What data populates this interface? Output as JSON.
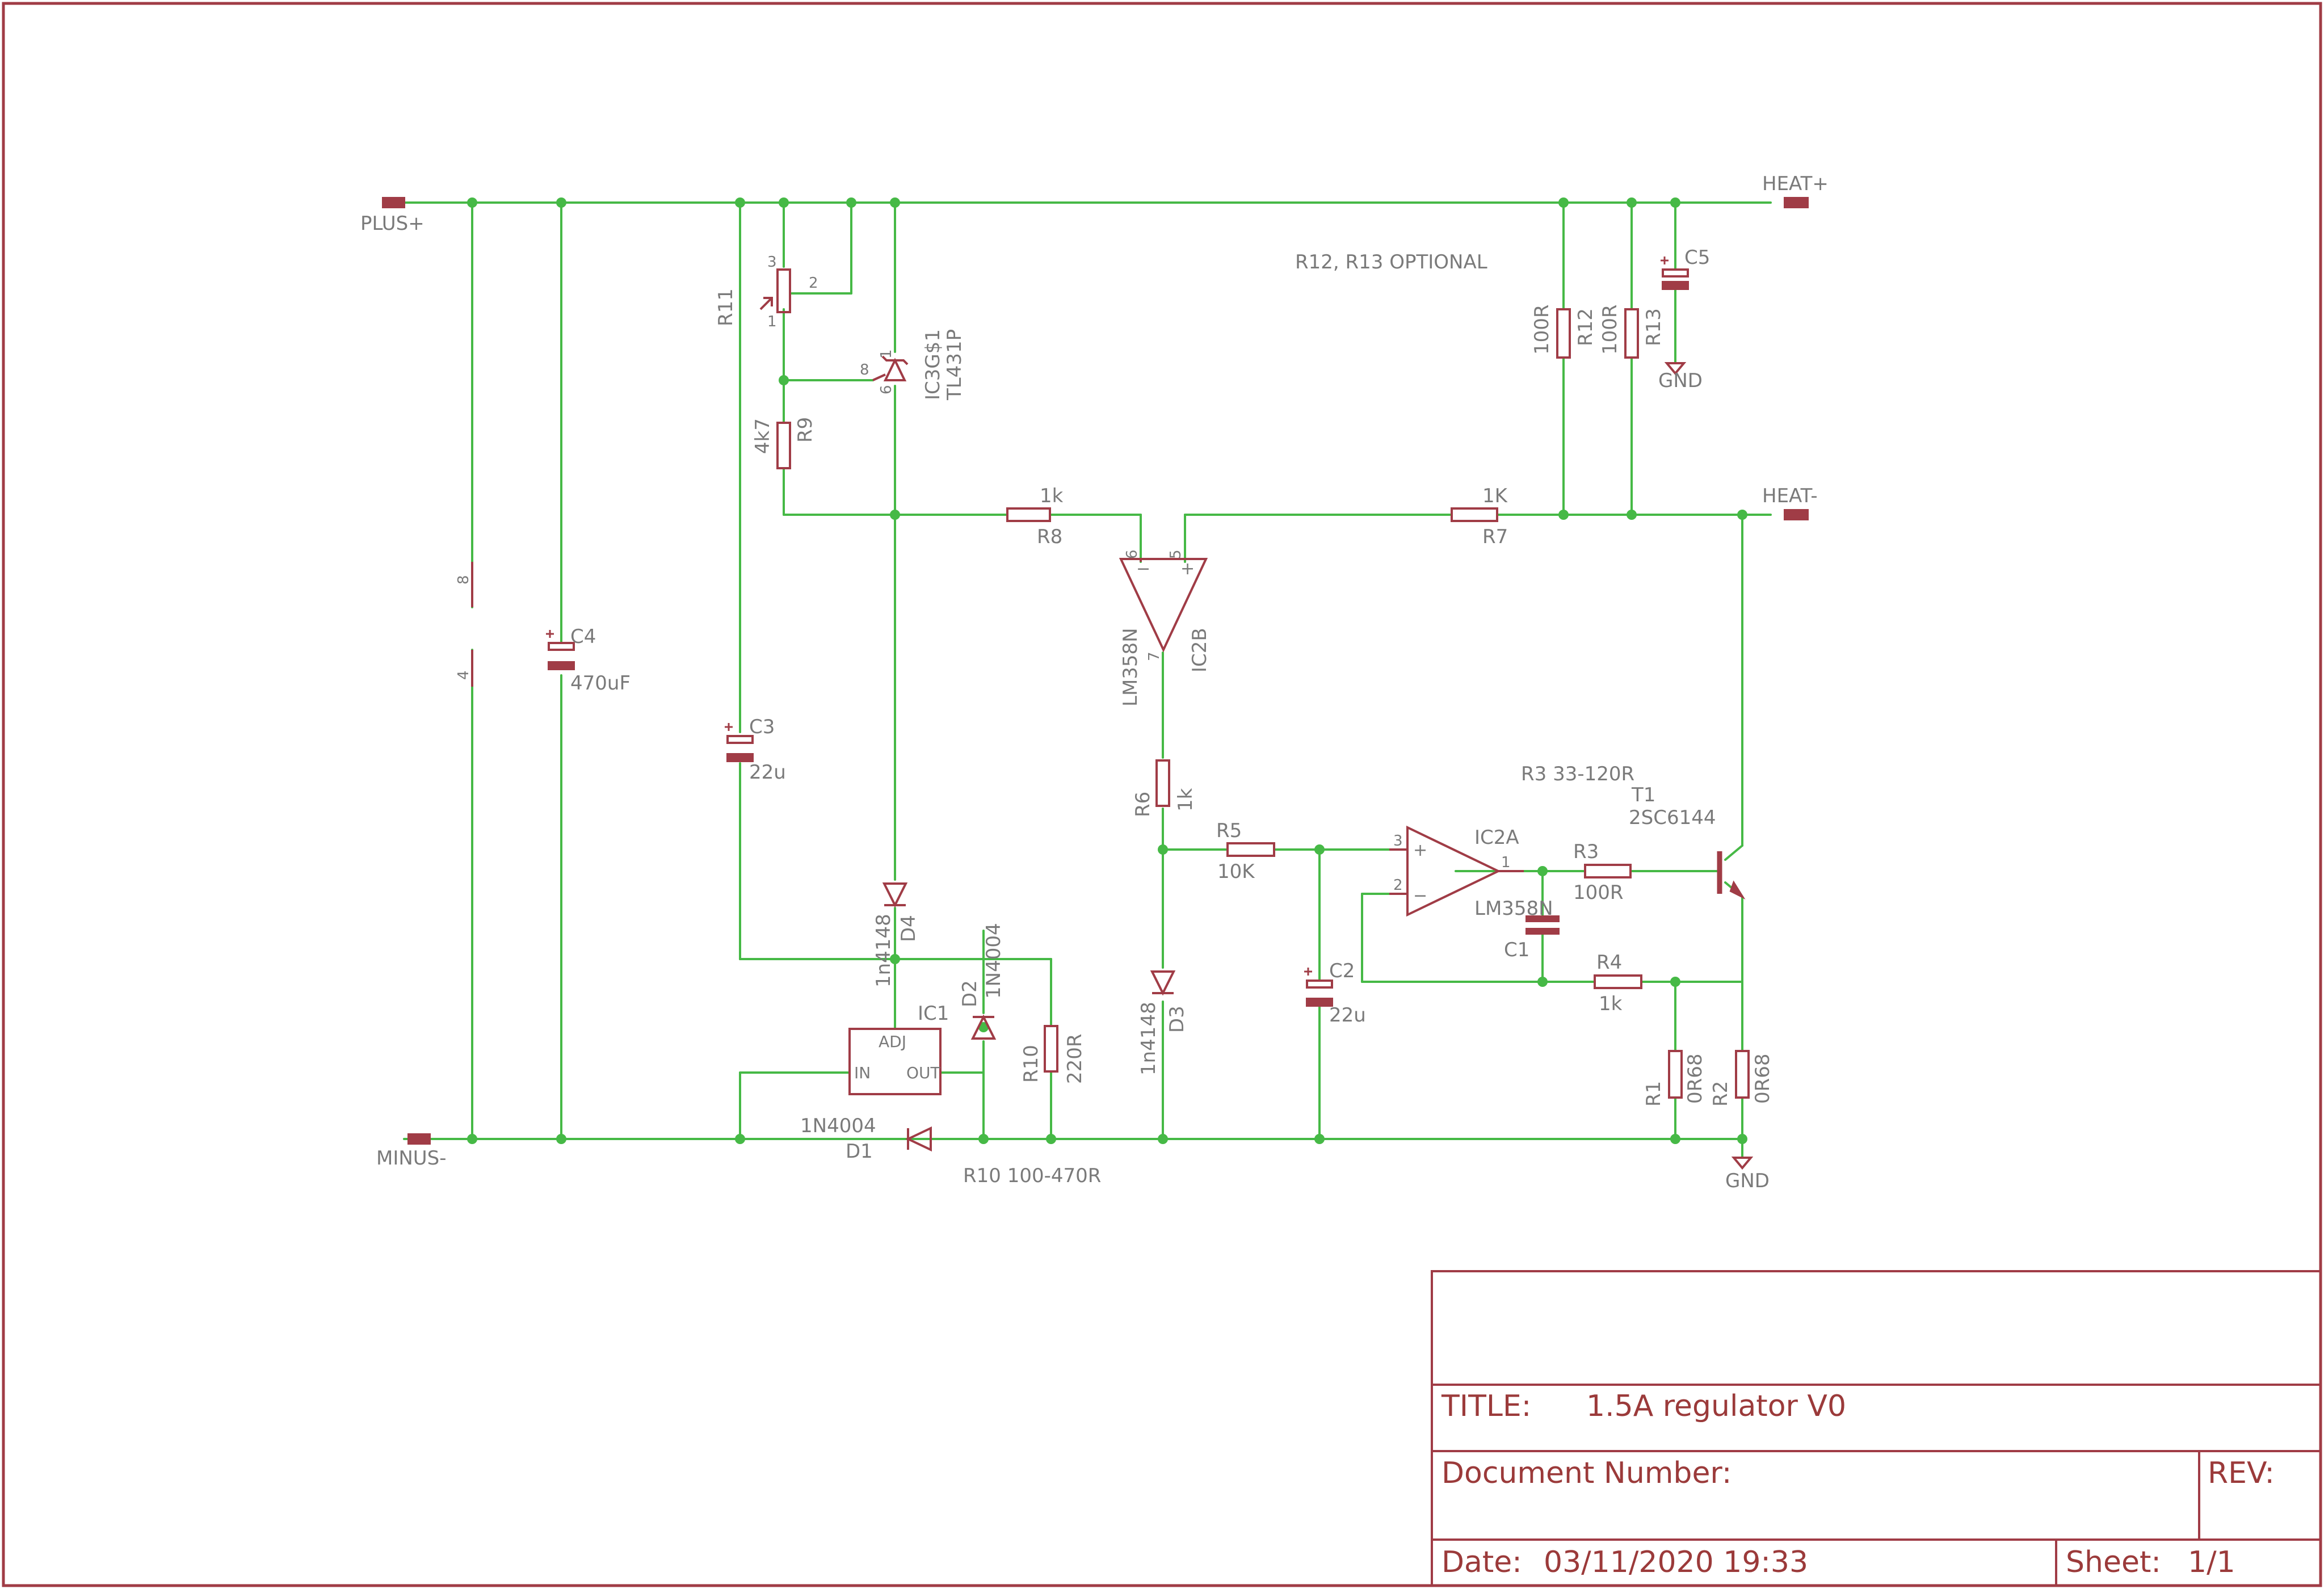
{
  "colors": {
    "wire": "#46b946",
    "symbol": "#a03c46",
    "text": "#7a7a7a",
    "frame": "#a03c46"
  },
  "ports": {
    "plus": "PLUS+",
    "minus": "MINUS-",
    "heat_plus": "HEAT+",
    "heat_minus": "HEAT-",
    "gnd1": "GND",
    "gnd2": "GND"
  },
  "notes": {
    "optional": "R12, R13 OPTIONAL",
    "r3_range": "R3 33-120R",
    "r10_range": "R10 100-470R"
  },
  "parts": {
    "r11": "R11",
    "pot_pin1": "1",
    "pot_pin2": "2",
    "pot_pin3": "3",
    "ic3_name": "IC3G$1",
    "ic3_value": "TL431P",
    "ic3_pin8": "8",
    "ic3_pin6": "6",
    "ic3_pin1": "1",
    "r9_name": "R9",
    "r9_value": "4k7",
    "r8_name": "R8",
    "r8_value": "1k",
    "r7_name": "R7",
    "r7_value": "1K",
    "r12_name": "R12",
    "r12_value": "100R",
    "r13_name": "R13",
    "r13_value": "100R",
    "c5_name": "C5",
    "pwr_pin8": "8",
    "pwr_pin4": "4",
    "c4_name": "C4",
    "c4_value": "470uF",
    "c3_name": "C3",
    "c3_value": "22u",
    "ic2b_name": "IC2B",
    "ic2b_value": "LM358N",
    "ic2b_pin6": "6",
    "ic2b_pin5": "5",
    "ic2b_pin7": "7",
    "ic2b_minus": "−",
    "ic2b_plus": "+",
    "r6_name": "R6",
    "r6_value": "1k",
    "r5_name": "R5",
    "r5_value": "10K",
    "ic2a_name": "IC2A",
    "ic2a_value": "LM358N",
    "ic2a_pin3": "3",
    "ic2a_pin2": "2",
    "ic2a_pin1": "1",
    "ic2a_plus": "+",
    "ic2a_minus": "−",
    "t1_name": "T1",
    "t1_value": "2SC6144",
    "r3_name": "R3",
    "r3_value": "100R",
    "c1_name": "C1",
    "r4_name": "R4",
    "r4_value": "1k",
    "c2_name": "C2",
    "c2_value": "22u",
    "d3_name": "D3",
    "d3_value": "1n4148",
    "d4_name": "D4",
    "d4_value": "1n4148",
    "d2_name": "D2",
    "d2_value": "1N4004",
    "ic1_name": "IC1",
    "ic1_adj": "ADJ",
    "ic1_in": "IN",
    "ic1_out": "OUT",
    "r10_name": "R10",
    "r10_value": "220R",
    "d1_name": "D1",
    "d1_value": "1N4004",
    "r1_name": "R1",
    "r1_value": "0R68",
    "r2_name": "R2",
    "r2_value": "0R68"
  },
  "title_block": {
    "title_label": "TITLE:",
    "title_value": "1.5A regulator V0",
    "docnum_label": "Document Number:",
    "rev_label": "REV:",
    "date_label": "Date:",
    "date_value": "03/11/2020 19:33",
    "sheet_label": "Sheet:",
    "sheet_value": "1/1"
  }
}
